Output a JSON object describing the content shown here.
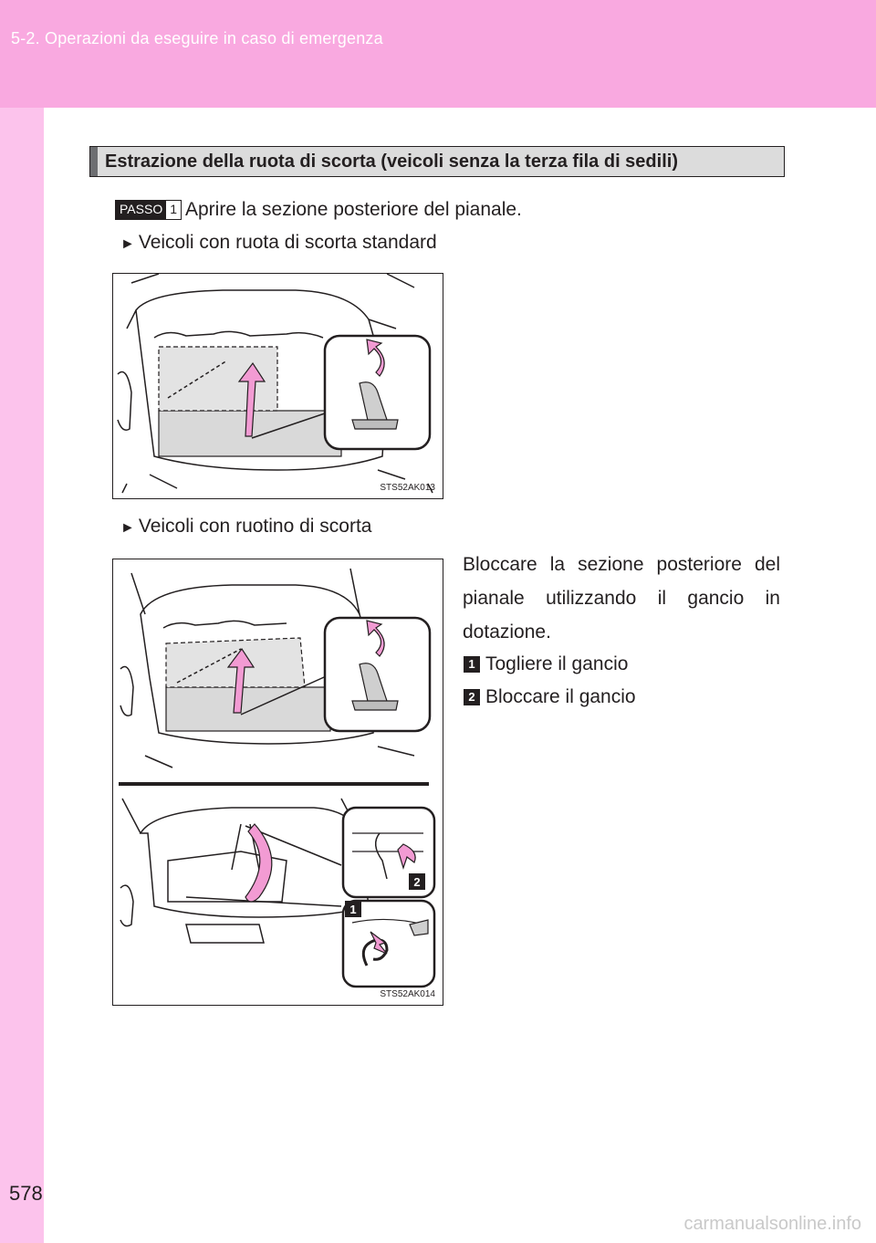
{
  "header": {
    "section_title": "5-2. Operazioni da eseguire in caso di emergenza"
  },
  "page_number": "578",
  "section": {
    "title": "Estrazione della ruota di scorta (veicoli senza la terza fila di sedili)"
  },
  "step1": {
    "label": "PASSO",
    "number": "1",
    "text": "Aprire la sezione posteriore del pianale."
  },
  "variant_standard": {
    "arrow": "►",
    "text": "Veicoli con ruota di scorta standard"
  },
  "figure1": {
    "code": "STS52AK013"
  },
  "variant_compact": {
    "arrow": "►",
    "text": "Veicoli con ruotino di scorta"
  },
  "figure2": {
    "code": "STS52AK014",
    "badge1": "1",
    "badge2": "2"
  },
  "description": "Bloccare la sezione posteriore del pianale utilizzando il gancio in dotazione.",
  "items": [
    {
      "num": "1",
      "text": "Togliere il gancio"
    },
    {
      "num": "2",
      "text": "Bloccare il gancio"
    }
  ],
  "watermark": "carmanualsonline.info",
  "colors": {
    "header_bg": "#f9a9e0",
    "sidebar_bg": "#fcc3ec",
    "arrow_pink": "#f29bd3"
  }
}
